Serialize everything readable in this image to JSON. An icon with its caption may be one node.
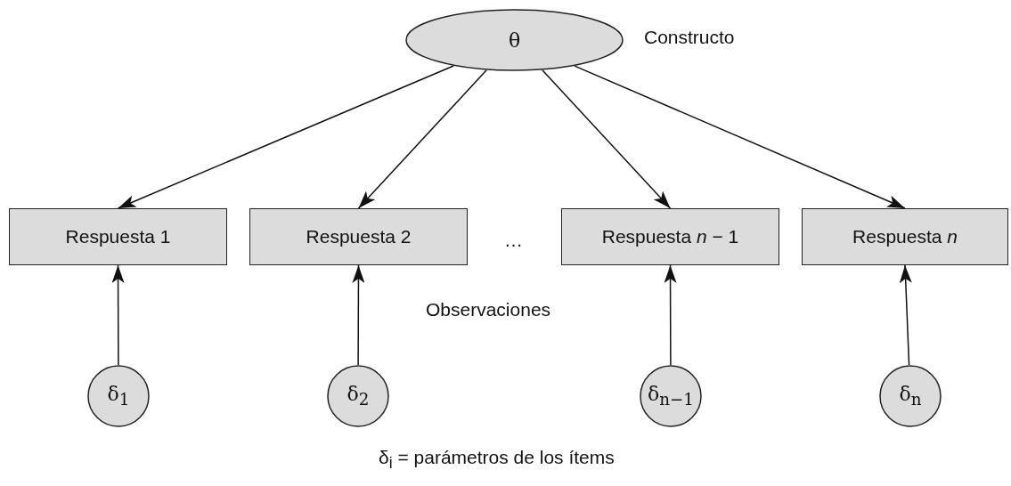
{
  "diagram": {
    "caption": "δ$_{i}$ = parámetros de los ítems",
    "nodes": [
      {
        "text": [
          "θ"
        ],
        "beside": [
          "Constructo"
        ]
      },
      {
        "text": [
          "Respuesta 1"
        ]
      },
      {
        "text": [
          "Respuesta 2"
        ]
      },
      {
        "text": [
          "Respuesta *n* − 1"
        ]
      },
      {
        "text": [
          "Respuesta *n*"
        ]
      },
      {
        "text": [
          "δ$_{1}$"
        ]
      },
      {
        "text": [
          "δ$_{2}$"
        ]
      },
      {
        "text": [
          "δ$_{n−1}$"
        ]
      },
      {
        "text": [
          "δ$_{n}$"
        ]
      }
    ],
    "edges": [
      {
        "from": 0,
        "to": 1,
        "arrow": "to"
      },
      {
        "from": 0,
        "to": 2,
        "arrow": "to"
      },
      {
        "from": 0,
        "to": 3,
        "arrow": "to"
      },
      {
        "from": 0,
        "to": 4,
        "arrow": "to"
      },
      {
        "from": 5,
        "to": 1,
        "arrow": "to"
      },
      {
        "from": 6,
        "to": 2,
        "arrow": "to"
      },
      {
        "from": 7,
        "to": 3,
        "arrow": "to"
      },
      {
        "from": 8,
        "to": 4,
        "arrow": "to"
      }
    ],
    "labels": [
      "…",
      "Observaciones"
    ]
  }
}
